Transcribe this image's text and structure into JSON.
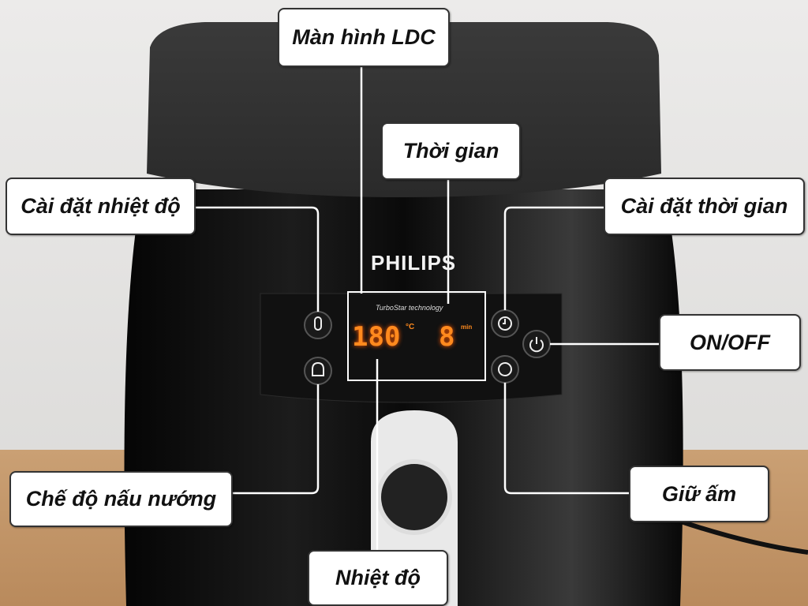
{
  "product": {
    "brand": "PHILIPS",
    "tech_text": "TurboStar technology",
    "display": {
      "temperature": "180",
      "temp_unit": "°C",
      "time": "8",
      "time_unit": "min"
    }
  },
  "labels": {
    "lcd_screen": "Màn hình LDC",
    "time": "Thời gian",
    "temp_setting": "Cài đặt nhiệt độ",
    "time_setting": "Cài đặt thời gian",
    "on_off": "ON/OFF",
    "cooking_mode": "Chế độ nấu nướng",
    "keep_warm": "Giữ ấm",
    "temperature": "Nhiệt độ"
  },
  "colors": {
    "display_digits": "#ff8a1e",
    "callout_line": "#ffffff",
    "fryer_body": "#0d0d0d"
  }
}
